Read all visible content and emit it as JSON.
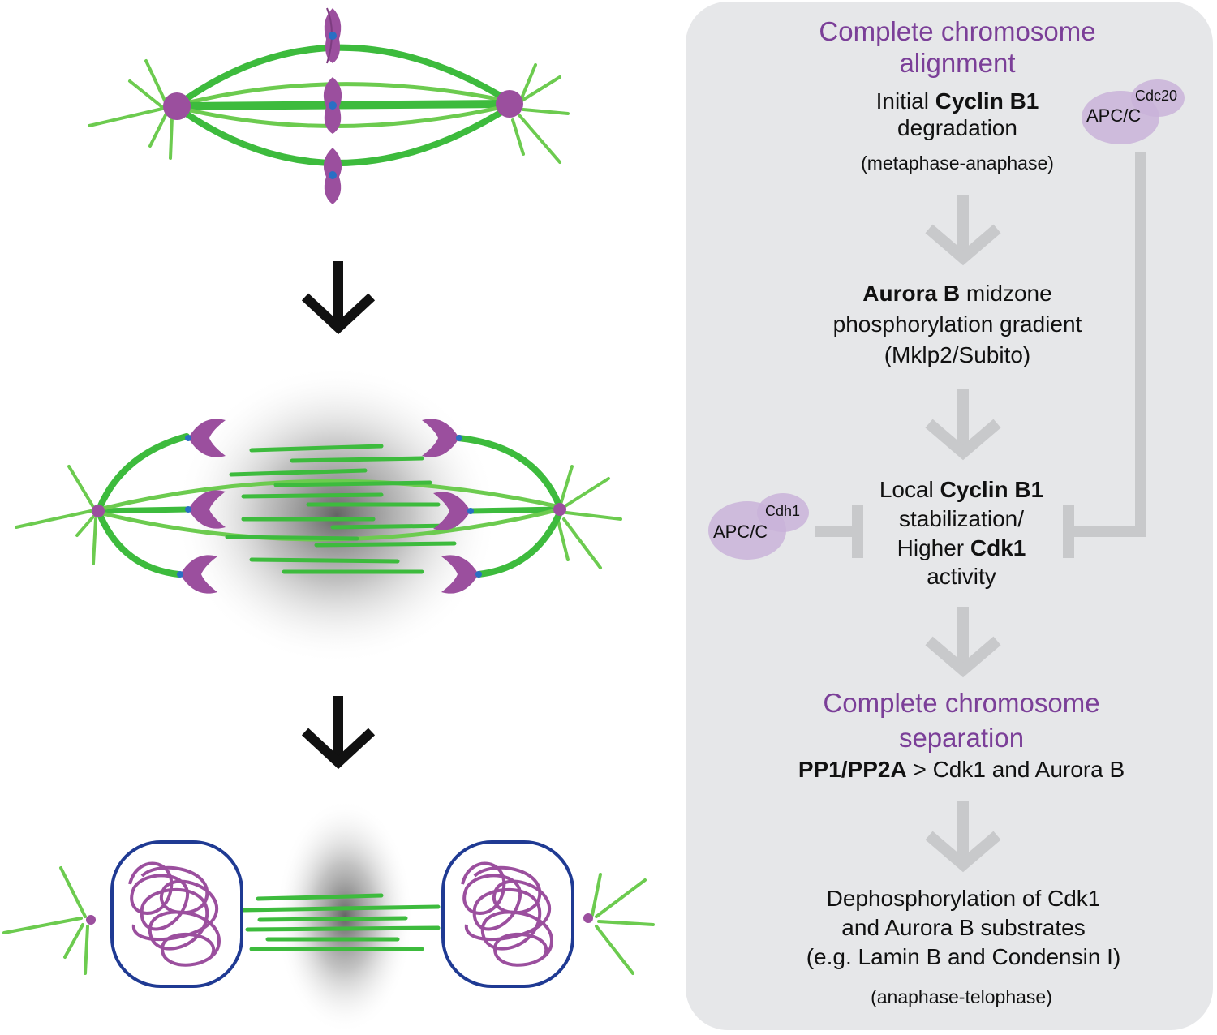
{
  "colors": {
    "microtubule": "#3dbb3d",
    "microtubule_light": "#6ccb4f",
    "chromosome": "#9b4f9e",
    "kinetochore": "#2a6fc4",
    "nuclear_envelope": "#1f3a93",
    "panel_background": "#e6e7e9",
    "grey_arrow": "#c8c9cb",
    "heading_purple": "#7b3f98",
    "apc_blob": "#c9b3d9"
  },
  "left_stages": [
    {
      "name": "metaphase-spindle-icon"
    },
    {
      "name": "anaphase-spindle-icon"
    },
    {
      "name": "telophase-spindle-icon"
    }
  ],
  "panel": {
    "step1": {
      "heading_line1": "Complete chromosome",
      "heading_line2": "alignment",
      "line1_plain": "Initial ",
      "line1_bold": "Cyclin B1",
      "line2": "degradation",
      "phase": "(metaphase-anaphase)"
    },
    "apc_cdc20": {
      "main": "APC/C",
      "sub": "Cdc20"
    },
    "step2": {
      "bold": "Aurora B",
      "line1_rest": " midzone",
      "line2": "phosphorylation gradient",
      "line3": "(Mklp2/Subito)"
    },
    "step3": {
      "line1_plain": "Local ",
      "line1_bold": "Cyclin B1",
      "line2": "stabilization/",
      "line3_plain": "Higher ",
      "line3_bold": "Cdk1",
      "line4": "activity"
    },
    "apc_cdh1": {
      "main": "APC/C",
      "sub": "Cdh1"
    },
    "step4": {
      "heading_line1": "Complete chromosome",
      "heading_line2": "separation",
      "line_bold": "PP1/PP2A",
      "line_rest": " > Cdk1 and Aurora B"
    },
    "step5": {
      "line1": "Dephosphorylation of Cdk1",
      "line2": "and Aurora B substrates",
      "line3": "(e.g. Lamin B and Condensin I)",
      "phase": "(anaphase-telophase)"
    }
  }
}
